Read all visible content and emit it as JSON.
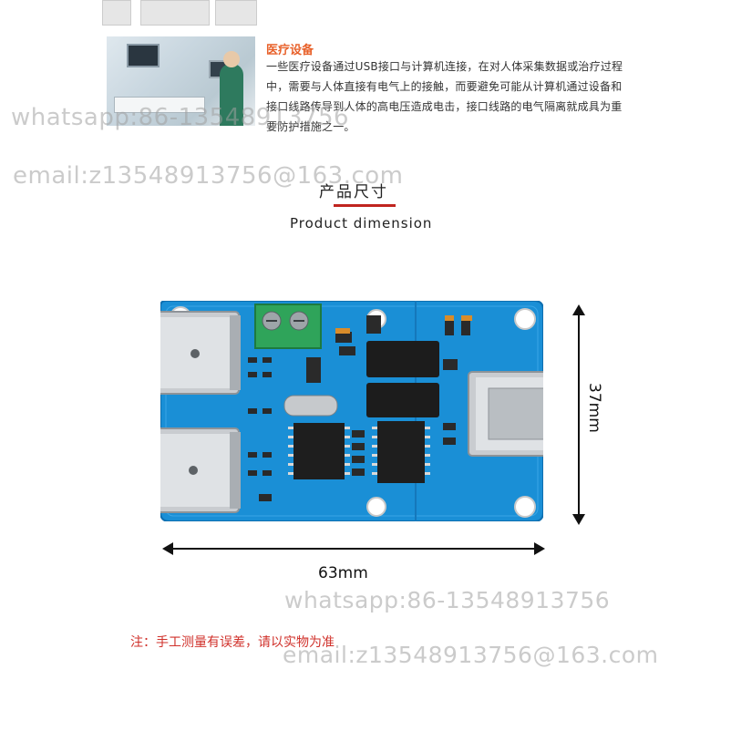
{
  "watermarks": {
    "whatsapp": "whatsapp:86-13548913756",
    "email": "email:z13548913756@163.com"
  },
  "medical_section": {
    "title": "医疗设备",
    "text": "一些医疗设备通过USB接口与计算机连接，在对人体采集数据或治疗过程中，需要与人体直接有电气上的接触，而要避免可能从计算机通过设备和接口线路传导到人体的高电压造成电击，接口线路的电气隔离就成具为重要防护措施之一。"
  },
  "dimension_section": {
    "title_cn": "产品尺寸",
    "title_en": "Product dimension",
    "height_label": "37mm",
    "width_label": "63mm",
    "note": "注：手工测量有误差，请以实物为准"
  },
  "colors": {
    "board_blue": "#1a8fd6",
    "accent_red": "#c0241f",
    "note_red": "#d0312b",
    "title_orange": "#e8612a"
  }
}
